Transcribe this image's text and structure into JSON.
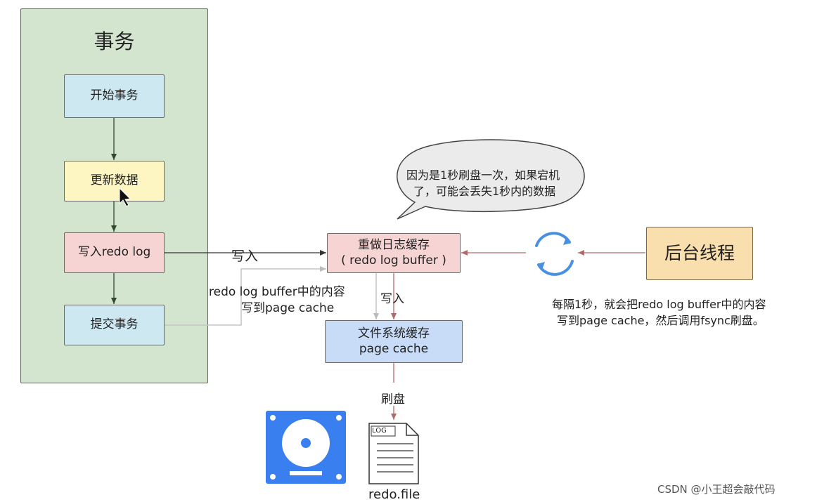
{
  "transaction_panel": {
    "title": "事务",
    "steps": {
      "start": "开始事务",
      "update": "更新数据",
      "write_log": "写入redo log",
      "commit": "提交事务"
    }
  },
  "redo_buffer": {
    "line1": "重做日志缓存",
    "line2": "( redo log buffer )"
  },
  "page_cache": {
    "line1": "文件系统缓存",
    "line2": "page cache"
  },
  "background_thread": {
    "label": "后台线程"
  },
  "edge_labels": {
    "write_in": "写入",
    "write_in_down": "写入",
    "flush": "刷盘",
    "buffer_to_cache_line1": "redo log buffer中的内容",
    "buffer_to_cache_line2": "写到page cache"
  },
  "speech_bubble": {
    "line1": "因为是1秒刷盘一次，如果宕机",
    "line2": "了，可能会丢失1秒内的数据"
  },
  "thread_note": {
    "line1": "每隔1秒，就会把redo log buffer中的内容",
    "line2": "写到page cache，然后调用fsync刷盘。"
  },
  "file": {
    "tag": "LOG",
    "name": "redo.file"
  },
  "watermark": "CSDN @小王超会敲代码",
  "icons": [
    "disk-icon",
    "log-file-icon",
    "sync-icon",
    "cursor-icon"
  ],
  "colors": {
    "panel": "#d3e4cf",
    "start_box": "#cde8f1",
    "update_box": "#fdf6c3",
    "log_box": "#f7d4d4",
    "page_cache_box": "#c9dcf7",
    "thread_box": "#f9dfad",
    "disk": "#3a7ff0",
    "sync": "#4a90e2"
  }
}
